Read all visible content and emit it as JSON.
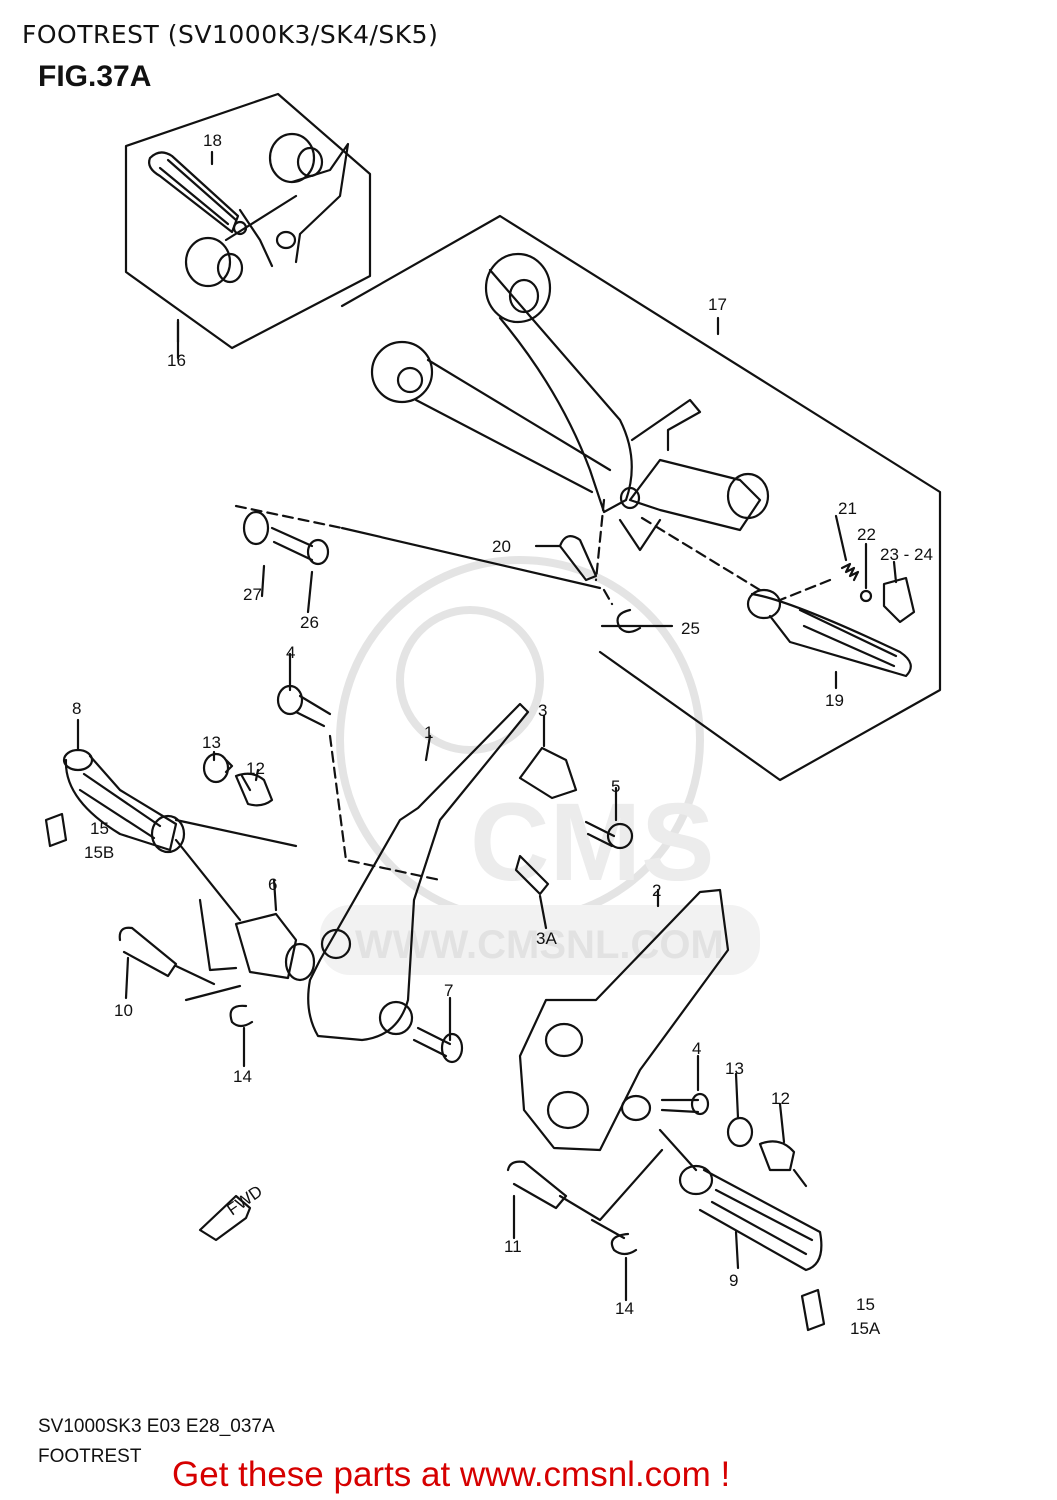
{
  "header": {
    "title": "FOOTREST (SV1000K3/SK4/SK5)"
  },
  "figure": {
    "label": "FIG.37A"
  },
  "callouts": {
    "c1": "1",
    "c2": "2",
    "c3": "3",
    "c3a": "3A",
    "c4a": "4",
    "c4b": "4",
    "c5": "5",
    "c6": "6",
    "c7": "7",
    "c8": "8",
    "c9": "9",
    "c10": "10",
    "c11": "11",
    "c12a": "12",
    "c12b": "12",
    "c13a": "13",
    "c13b": "13",
    "c14a": "14",
    "c14b": "14",
    "c15a": "15",
    "c15b": "15",
    "c15bl": "15B",
    "c15al": "15A",
    "c16": "16",
    "c17": "17",
    "c18": "18",
    "c19": "19",
    "c20": "20",
    "c21": "21",
    "c22": "22",
    "c2324": "23 - 24",
    "c25": "25",
    "c26": "26",
    "c27": "27"
  },
  "direction": {
    "label": "FWD"
  },
  "watermark": {
    "brand": "CMS",
    "url": "WWW.CMSNL.COM"
  },
  "footer": {
    "code": "SV1000SK3 E03 E28_037A",
    "caption": "FOOTREST",
    "promo_link": "Get these parts at www.cmsnl.com !"
  },
  "colors": {
    "ink": "#111111",
    "promo": "#d60000",
    "watermark": "#e4e4e4"
  }
}
